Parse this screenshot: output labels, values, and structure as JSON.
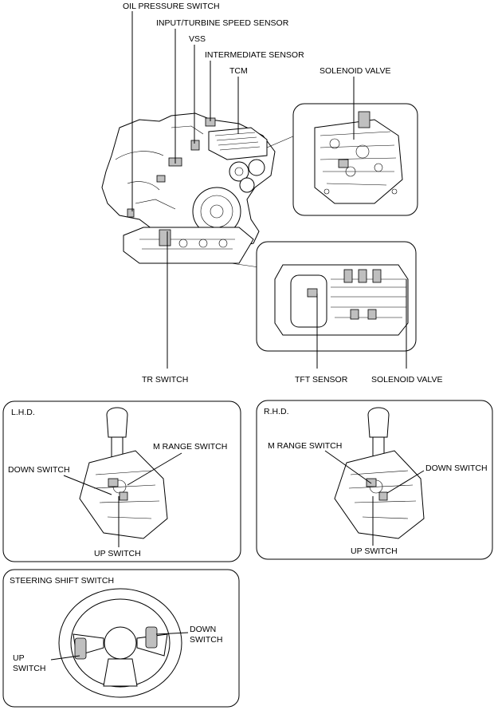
{
  "labels": {
    "oil_pressure_switch": "OIL PRESSURE SWITCH",
    "input_turbine_speed_sensor": "INPUT/TURBINE SPEED SENSOR",
    "vss": "VSS",
    "intermediate_sensor": "INTERMEDIATE SENSOR",
    "tcm": "TCM",
    "solenoid_valve_top": "SOLENOID VALVE",
    "tr_switch": "TR SWITCH",
    "tft_sensor": "TFT SENSOR",
    "solenoid_valve_bottom": "SOLENOID VALVE"
  },
  "lhd": {
    "title": "L.H.D.",
    "m_range_switch": "M RANGE SWITCH",
    "down_switch": "DOWN SWITCH",
    "up_switch": "UP SWITCH"
  },
  "rhd": {
    "title": "R.H.D.",
    "m_range_switch": "M RANGE SWITCH",
    "down_switch": "DOWN SWITCH",
    "up_switch": "UP SWITCH"
  },
  "steering": {
    "title": "STEERING SHIFT SWITCH",
    "down_line1": "DOWN",
    "down_line2": "SWITCH",
    "up_line1": "UP",
    "up_line2": "SWITCH"
  }
}
